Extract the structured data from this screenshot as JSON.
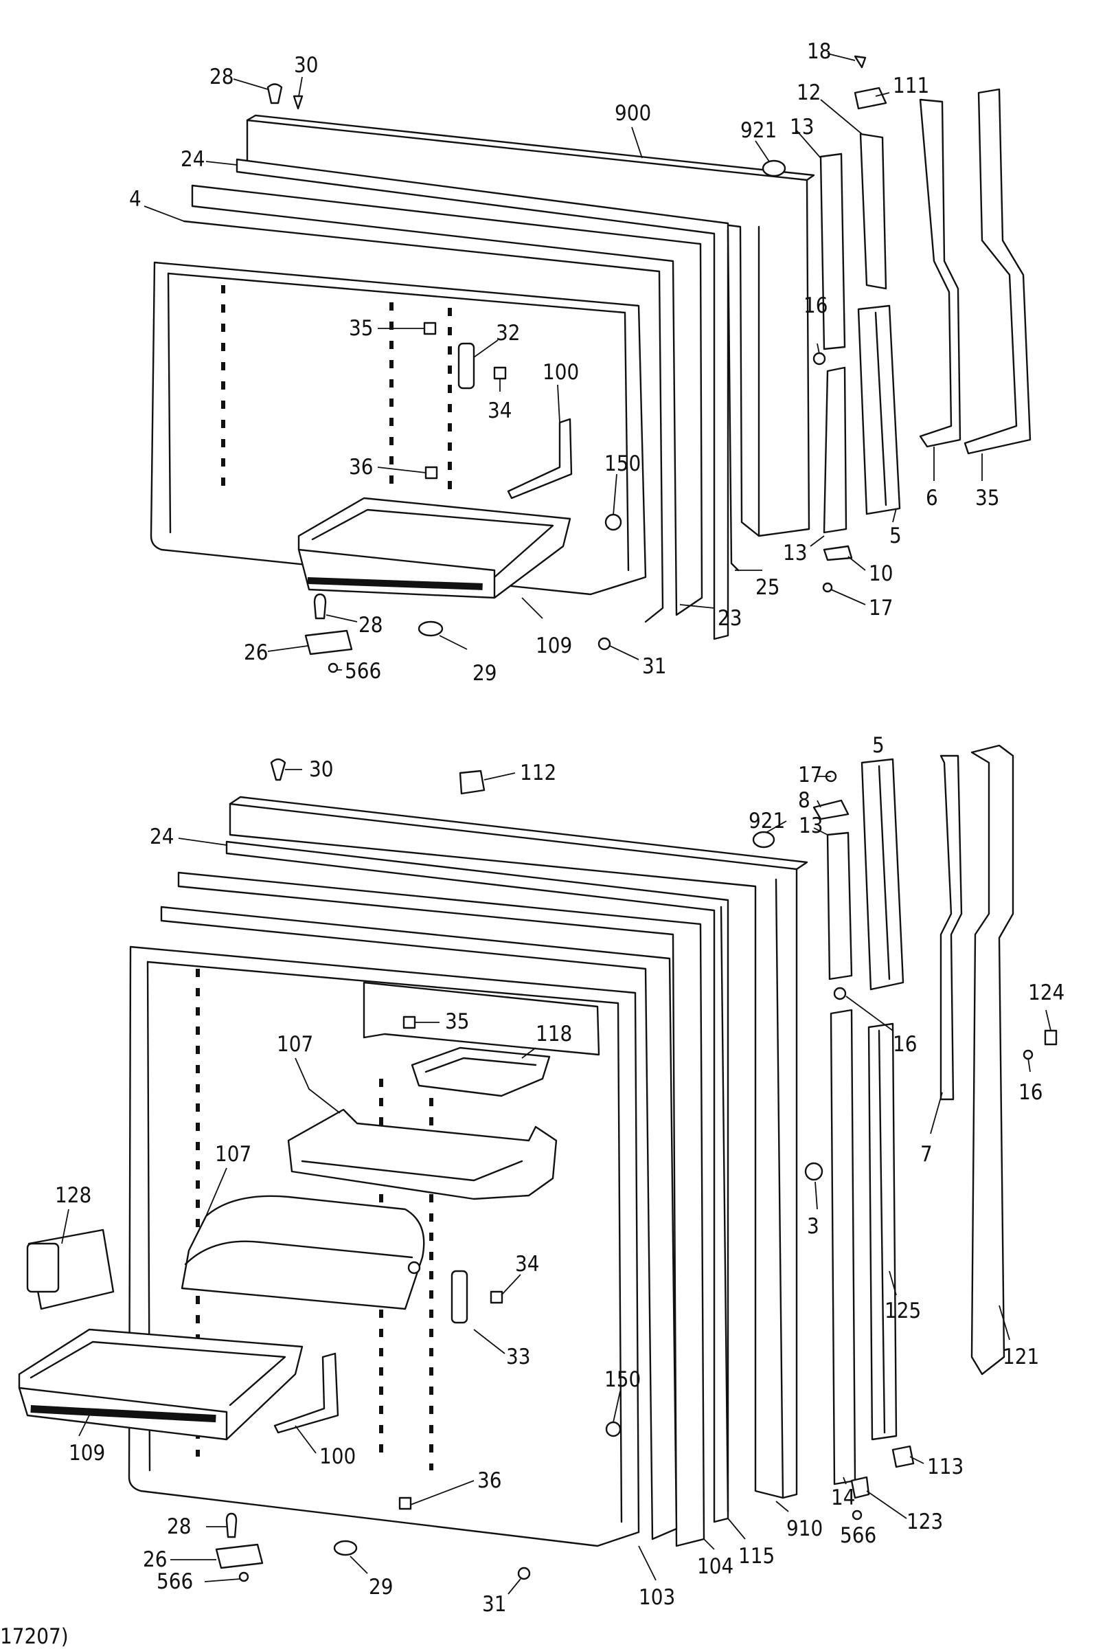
{
  "figure_id": "17207)",
  "diagram_top": {
    "callouts": [
      "28",
      "30",
      "900",
      "921",
      "18",
      "111",
      "12",
      "13",
      "24",
      "4",
      "16",
      "35",
      "32",
      "34",
      "100",
      "36",
      "150",
      "6",
      "35",
      "5",
      "13",
      "10",
      "17",
      "25",
      "23",
      "109",
      "28",
      "26",
      "566",
      "29",
      "31"
    ]
  },
  "diagram_bottom": {
    "callouts": [
      "30",
      "112",
      "17",
      "5",
      "8",
      "921",
      "13",
      "24",
      "16",
      "124",
      "16",
      "7",
      "118",
      "35",
      "107",
      "107",
      "128",
      "3",
      "34",
      "33",
      "121",
      "125",
      "150",
      "109",
      "100",
      "36",
      "113",
      "123",
      "14",
      "910",
      "28",
      "26",
      "566",
      "29",
      "31",
      "103",
      "104",
      "115",
      "566"
    ]
  }
}
